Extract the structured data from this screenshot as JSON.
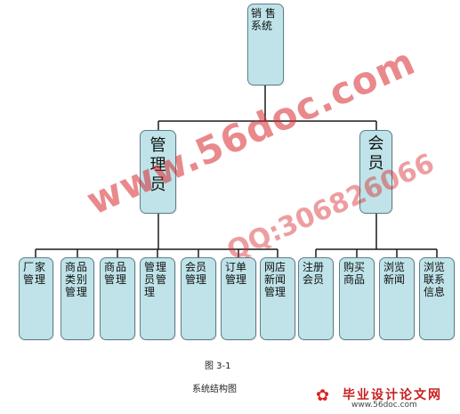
{
  "diagram": {
    "root": "销 售 系统",
    "groups": [
      {
        "label": "管理员",
        "children": [
          "厂家管理",
          "商品类别管理",
          "商品管理",
          "管理员管理",
          "会员管理",
          "订单管理",
          "网店新闻管理"
        ]
      },
      {
        "label": "会员",
        "children": [
          "注册会员",
          "购买商品",
          "浏览新闻",
          "浏览联系信息"
        ]
      }
    ]
  },
  "caption": {
    "figure": "图 3-1",
    "title": "系统结构图"
  },
  "watermark": {
    "main": "www.56doc.com",
    "qq": "QQ:306826066",
    "brand": "毕业设计论文网",
    "url": "www.56doc.com"
  },
  "colors": {
    "node_fill": "#bfe3e8",
    "node_border": "#5f7f88",
    "line": "#1a1a1a",
    "watermark": "#d7282d"
  }
}
